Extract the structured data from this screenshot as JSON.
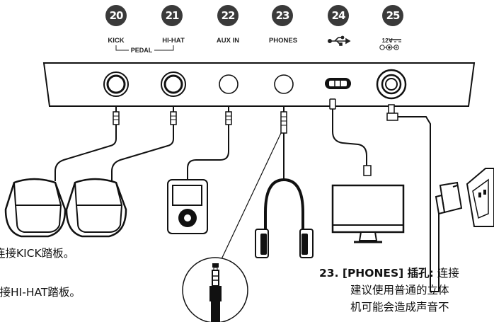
{
  "ports": [
    {
      "number": "20",
      "label": "KICK"
    },
    {
      "number": "21",
      "label": "HI-HAT"
    },
    {
      "number": "22",
      "label": "AUX IN"
    },
    {
      "number": "23",
      "label": "PHONES"
    },
    {
      "number": "24",
      "label": ""
    },
    {
      "number": "25",
      "label": "12V"
    }
  ],
  "pedal_group_label": "PEDAL",
  "captions": {
    "kick": "连接KICK踏板。",
    "hihat": "连接HI-HAT踏板。",
    "phones_title": "23. [PHONES] 插孔:",
    "phones_line1": " 连接",
    "phones_line2": "建议使用普通的立体",
    "phones_line3": "机可能会造成声音不"
  },
  "icons": [
    "usb-icon",
    "dc-polarity-icon"
  ]
}
